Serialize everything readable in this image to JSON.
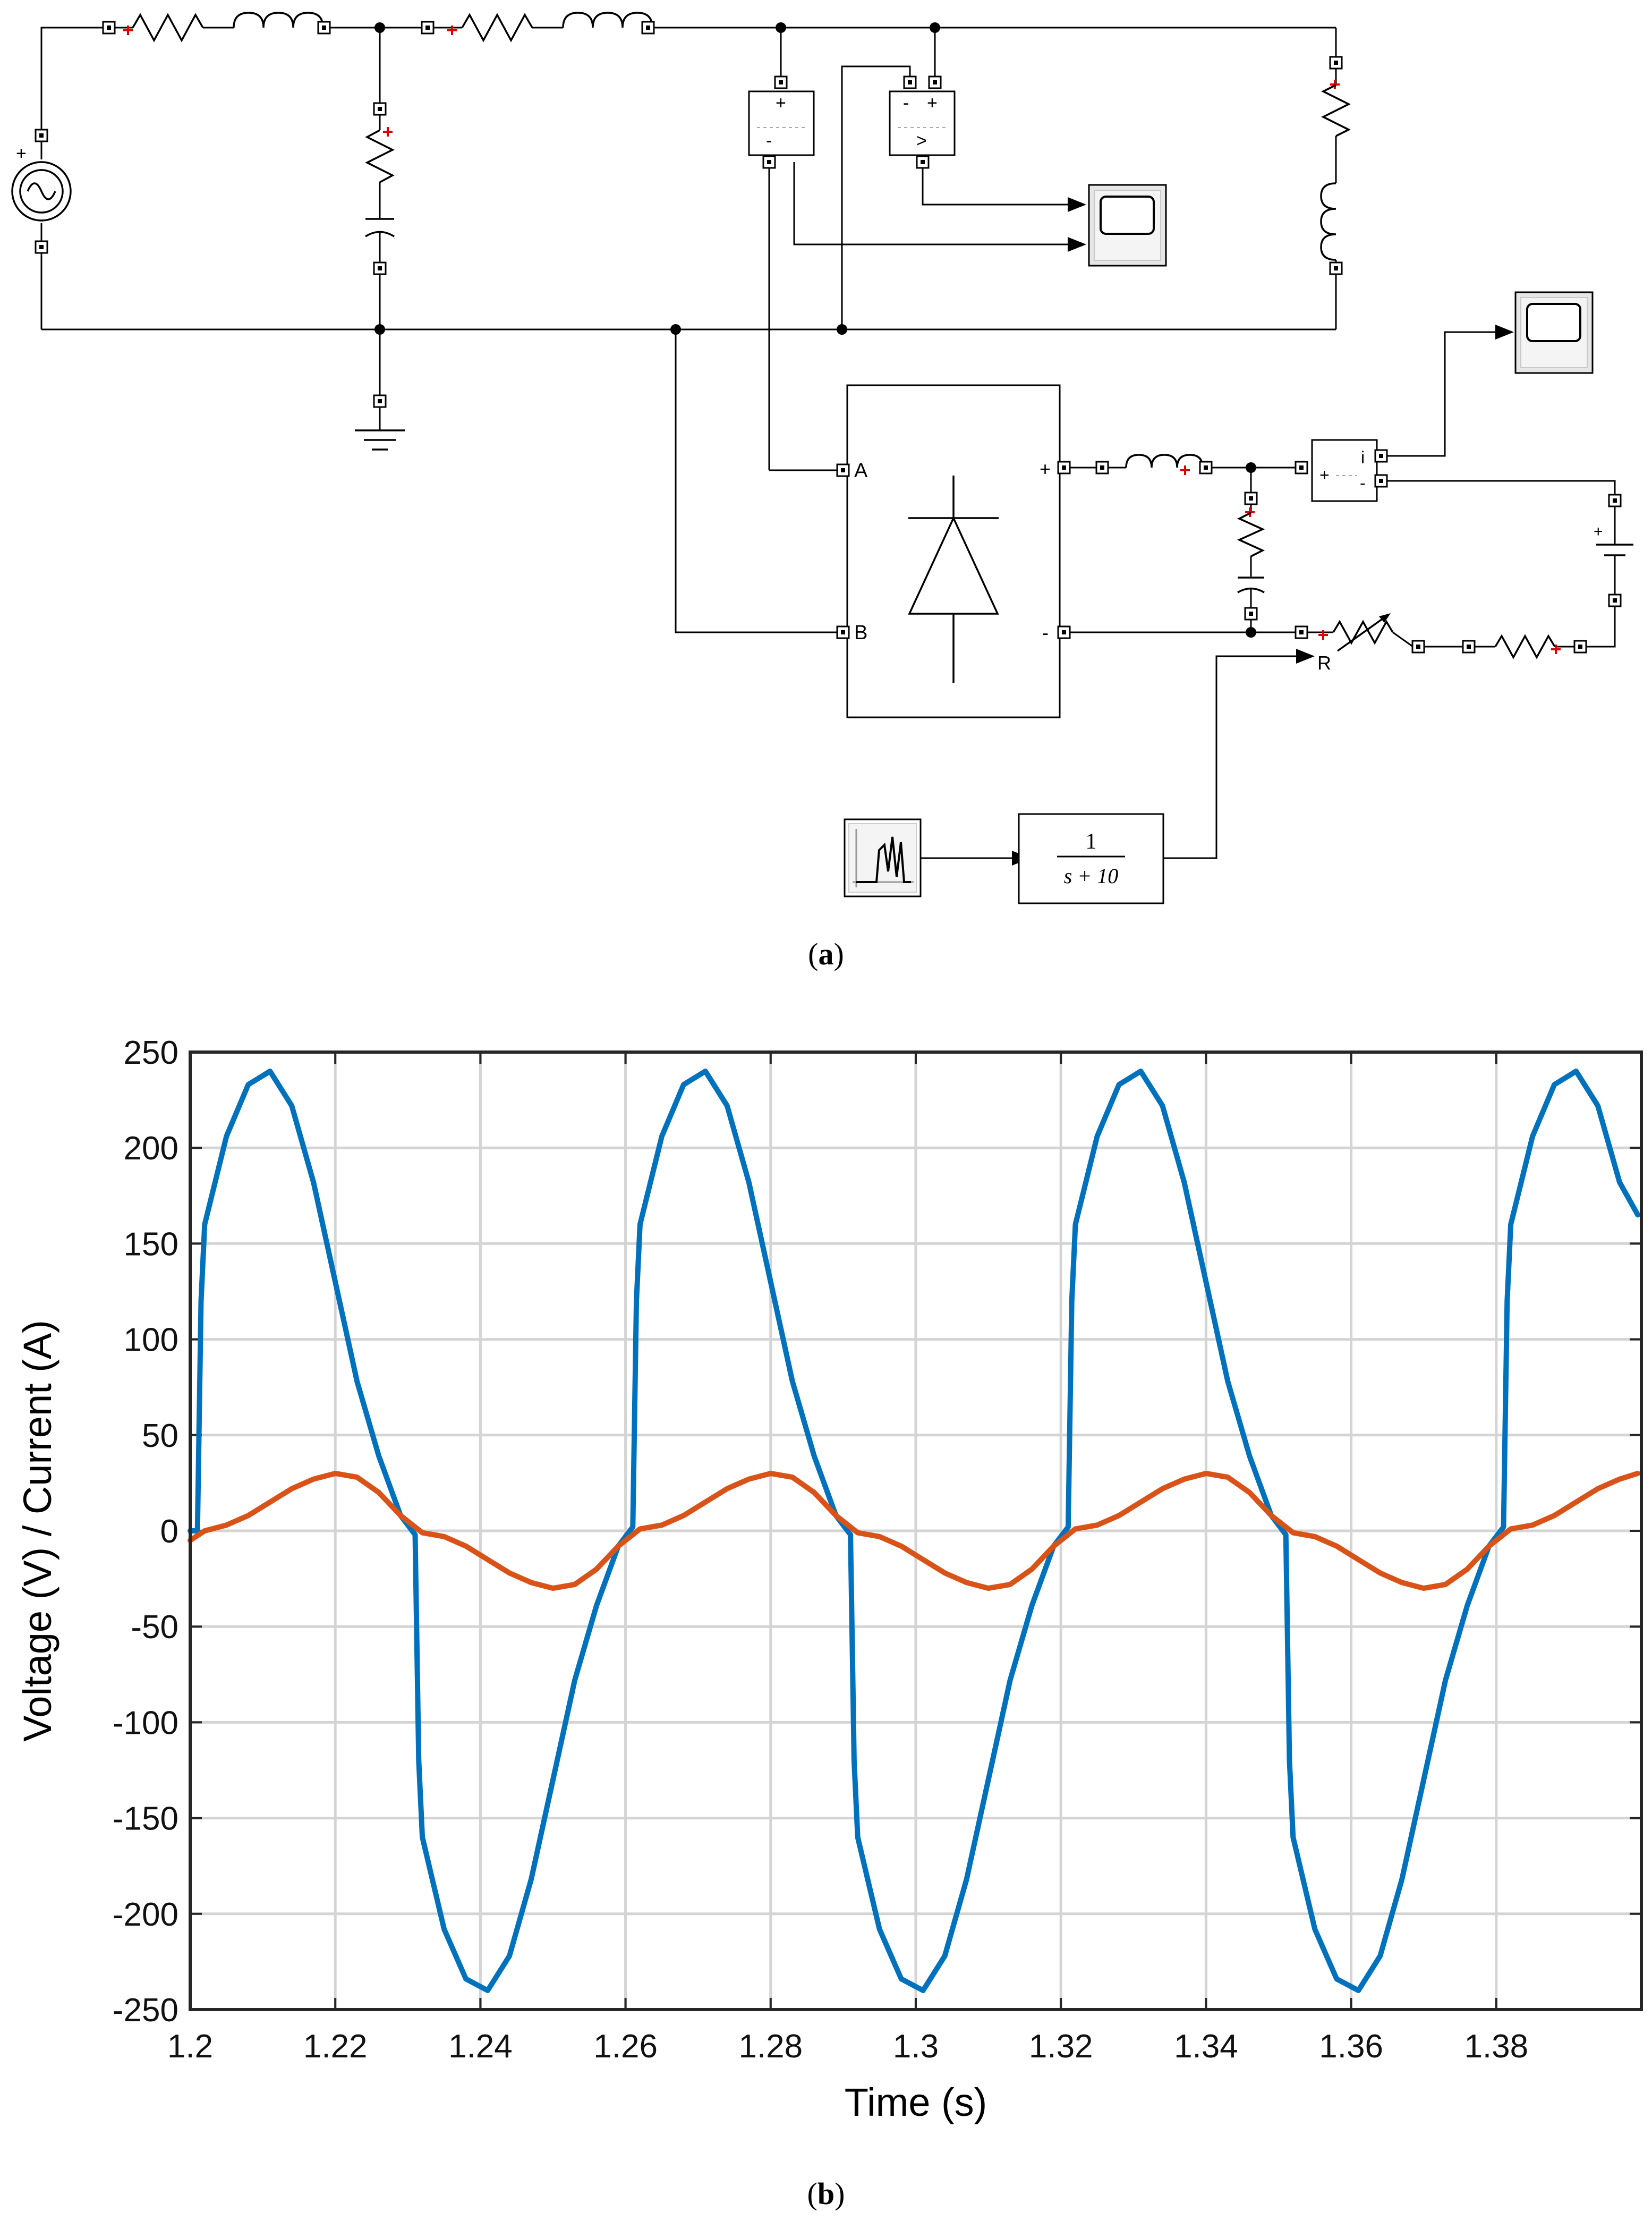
{
  "figure": {
    "caption_a": "a",
    "caption_b": "b"
  },
  "diagram": {
    "bridge": {
      "in_a": "A",
      "in_b": "B",
      "out_pos": "+",
      "out_neg": "-"
    },
    "transfer_fn": {
      "num": "1",
      "den": "s + 10"
    },
    "current_meter": {
      "label": "i",
      "pos": "+",
      "neg": "-"
    },
    "vmeter1": {
      "pos": "+",
      "neg": "-"
    },
    "vmeter2": {
      "neg": "-",
      "pos": "+",
      "out": ">"
    },
    "var_resistor": {
      "control": "R"
    },
    "dc_source": {
      "pos": "+"
    },
    "ac_source": {
      "pos": "+"
    }
  },
  "chart_data": {
    "type": "line",
    "xlabel": "Time (s)",
    "ylabel": "Voltage (V) / Current (A)",
    "xlim": [
      1.2,
      1.4
    ],
    "ylim": [
      -250,
      250
    ],
    "xticks": [
      1.2,
      1.22,
      1.24,
      1.26,
      1.28,
      1.3,
      1.32,
      1.34,
      1.36,
      1.38
    ],
    "xtick_labels": [
      "1.2",
      "1.22",
      "1.24",
      "1.26",
      "1.28",
      "1.3",
      "1.32",
      "1.34",
      "1.36",
      "1.38"
    ],
    "yticks": [
      250,
      200,
      150,
      100,
      50,
      0,
      -50,
      -100,
      -150,
      -200,
      -250
    ],
    "ytick_labels": [
      "250",
      "200",
      "150",
      "100",
      "50",
      "0",
      "-50",
      "-100",
      "-150",
      "-200",
      "-250"
    ],
    "grid": true,
    "series": [
      {
        "color": "#0072bd",
        "x": [
          1.2,
          1.201,
          1.2015,
          1.202,
          1.205,
          1.208,
          1.211,
          1.214,
          1.217,
          1.22,
          1.223,
          1.226,
          1.229,
          1.231,
          1.2315,
          1.232,
          1.235,
          1.238,
          1.241,
          1.244,
          1.247,
          1.25,
          1.253,
          1.256,
          1.259,
          1.261,
          1.2615,
          1.262,
          1.265,
          1.268,
          1.271,
          1.274,
          1.277,
          1.28,
          1.283,
          1.286,
          1.289,
          1.291,
          1.2915,
          1.292,
          1.295,
          1.298,
          1.301,
          1.304,
          1.307,
          1.31,
          1.313,
          1.316,
          1.319,
          1.321,
          1.3215,
          1.322,
          1.325,
          1.328,
          1.331,
          1.334,
          1.337,
          1.34,
          1.343,
          1.346,
          1.349,
          1.351,
          1.3515,
          1.352,
          1.355,
          1.358,
          1.361,
          1.364,
          1.367,
          1.37,
          1.373,
          1.376,
          1.379,
          1.381,
          1.3815,
          1.382,
          1.385,
          1.388,
          1.391,
          1.394,
          1.397,
          1.3995
        ],
        "y": [
          0,
          0,
          120,
          160,
          206,
          233,
          240,
          222,
          182,
          130,
          78,
          39,
          8,
          -2,
          -120,
          -160,
          -208,
          -234,
          -240,
          -222,
          -182,
          -130,
          -78,
          -39,
          -8,
          2,
          120,
          160,
          206,
          233,
          240,
          222,
          182,
          130,
          78,
          39,
          8,
          -2,
          -120,
          -160,
          -208,
          -234,
          -240,
          -222,
          -182,
          -130,
          -78,
          -39,
          -8,
          2,
          120,
          160,
          206,
          233,
          240,
          222,
          182,
          130,
          78,
          39,
          8,
          -2,
          -120,
          -160,
          -208,
          -234,
          -240,
          -222,
          -182,
          -130,
          -78,
          -39,
          -8,
          2,
          120,
          160,
          206,
          233,
          240,
          222,
          182,
          165
        ]
      },
      {
        "color": "#d95319",
        "x": [
          1.2,
          1.202,
          1.205,
          1.208,
          1.211,
          1.214,
          1.217,
          1.22,
          1.223,
          1.226,
          1.229,
          1.232,
          1.235,
          1.238,
          1.241,
          1.244,
          1.247,
          1.25,
          1.253,
          1.256,
          1.259,
          1.262,
          1.265,
          1.268,
          1.271,
          1.274,
          1.277,
          1.28,
          1.283,
          1.286,
          1.289,
          1.292,
          1.295,
          1.298,
          1.301,
          1.304,
          1.307,
          1.31,
          1.313,
          1.316,
          1.319,
          1.322,
          1.325,
          1.328,
          1.331,
          1.334,
          1.337,
          1.34,
          1.343,
          1.346,
          1.349,
          1.352,
          1.355,
          1.358,
          1.361,
          1.364,
          1.367,
          1.37,
          1.373,
          1.376,
          1.379,
          1.382,
          1.385,
          1.388,
          1.391,
          1.394,
          1.397,
          1.3995
        ],
        "y": [
          -5,
          0,
          3,
          8,
          15,
          22,
          27,
          30,
          28,
          20,
          8,
          -1,
          -3,
          -8,
          -15,
          -22,
          -27,
          -30,
          -28,
          -20,
          -8,
          1,
          3,
          8,
          15,
          22,
          27,
          30,
          28,
          20,
          8,
          -1,
          -3,
          -8,
          -15,
          -22,
          -27,
          -30,
          -28,
          -20,
          -8,
          1,
          3,
          8,
          15,
          22,
          27,
          30,
          28,
          20,
          8,
          -1,
          -3,
          -8,
          -15,
          -22,
          -27,
          -30,
          -28,
          -20,
          -8,
          1,
          3,
          8,
          15,
          22,
          27,
          30
        ]
      }
    ]
  }
}
